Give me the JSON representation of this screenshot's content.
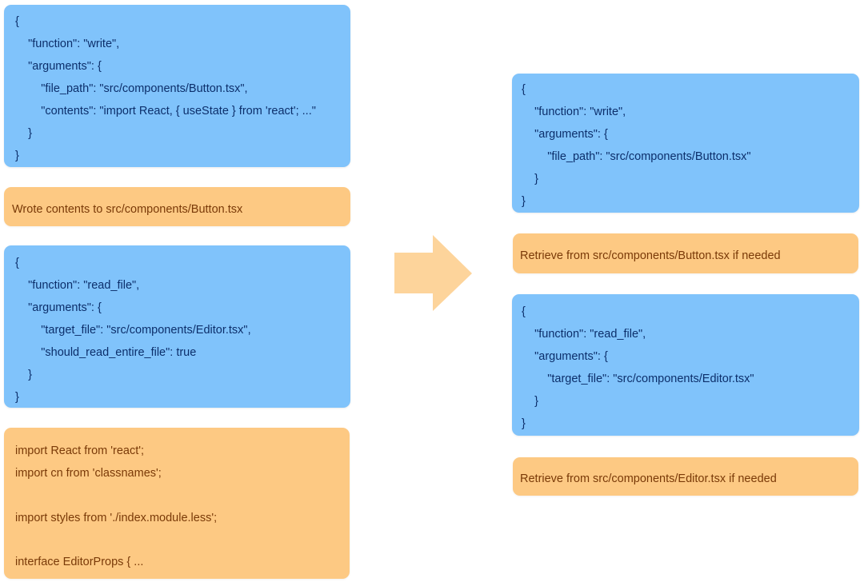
{
  "left": {
    "write_call": {
      "lines": [
        "{",
        "    \"function\": \"write\",",
        "    \"arguments\": {",
        "        \"file_path\": \"src/components/Button.tsx\",",
        "        \"contents\": \"import React, { useState } from 'react'; ...\"",
        "    }",
        "}"
      ]
    },
    "write_result": {
      "text": "Wrote contents to src/components/Button.tsx"
    },
    "read_call": {
      "lines": [
        "{",
        "    \"function\": \"read_file\",",
        "    \"arguments\": {",
        "        \"target_file\": \"src/components/Editor.tsx\",",
        "        \"should_read_entire_file\": true",
        "    }",
        "}"
      ]
    },
    "read_result": {
      "lines": [
        "import React from 'react';",
        "import cn from 'classnames';",
        "",
        "import styles from './index.module.less';",
        "",
        "interface EditorProps { ..."
      ]
    }
  },
  "arrow": {
    "color": "#fdd49b"
  },
  "right": {
    "write_call": {
      "lines": [
        "{",
        "    \"function\": \"write\",",
        "    \"arguments\": {",
        "        \"file_path\": \"src/components/Button.tsx\"",
        "    }",
        "}"
      ]
    },
    "write_result": {
      "text": "Retrieve from src/components/Button.tsx if needed"
    },
    "read_call": {
      "lines": [
        "{",
        "    \"function\": \"read_file\",",
        "    \"arguments\": {",
        "        \"target_file\": \"src/components/Editor.tsx\"",
        "    }",
        "}"
      ]
    },
    "read_result": {
      "text": "Retrieve from src/components/Editor.tsx if needed"
    }
  },
  "colors": {
    "call_box": "#80c3fb",
    "result_box": "#fdc983",
    "call_text": "#0c2f6b",
    "result_text": "#7a3a08"
  }
}
